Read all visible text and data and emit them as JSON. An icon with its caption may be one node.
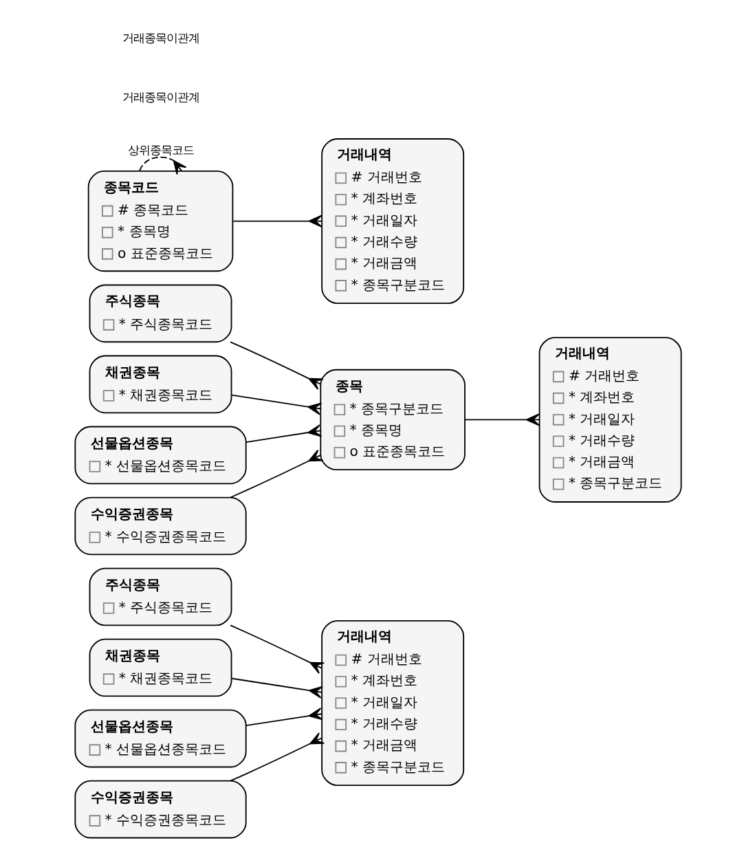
{
  "diagram": {
    "nodes": [
      {
        "text": [
          "주식종목",
          "* 주식종목코드"
        ]
      },
      {
        "text": [
          "채권종목",
          "* 채권종목코드"
        ]
      },
      {
        "text": [
          "선물옵션종목",
          "* 선물옵션종목코드"
        ]
      },
      {
        "text": [
          "수익증권종목",
          "* 수익증권종목코드"
        ]
      },
      {
        "text": [
          "거래내역",
          "# 거래번호",
          "* 계좌번호",
          "* 거래일자",
          "* 거래수량",
          "* 거래금액",
          "* 종목구분코드"
        ]
      },
      {
        "text": [
          "주식종목",
          "* 주식종목코드"
        ]
      },
      {
        "text": [
          "채권종목",
          "* 채권종목코드"
        ]
      },
      {
        "text": [
          "선물옵션종목",
          "* 선물옵션종목코드"
        ]
      },
      {
        "text": [
          "수익증권종목",
          "* 수익증권종목코드"
        ]
      },
      {
        "text": [
          "종목",
          "* 종목구분코드",
          "* 종목명",
          "o 표준종목코드"
        ]
      },
      {
        "text": [
          "거래내역",
          "# 거래번호",
          "* 계좌번호",
          "* 거래일자",
          "* 거래수량",
          "* 거래금액",
          "* 종목구분코드"
        ]
      },
      {
        "text": [
          "종목코드",
          "# 종목코드",
          "* 종목명",
          "o 표준종목코드"
        ]
      },
      {
        "text": [
          "거래내역",
          "# 거래번호",
          "* 계좌번호",
          "* 거래일자",
          "* 거래수량",
          "* 거래금액",
          "* 종목구분코드"
        ]
      }
    ],
    "edges": [
      {
        "from": 0,
        "to": 4,
        "arrow": "other"
      },
      {
        "from": 1,
        "to": 4,
        "arrow": "other"
      },
      {
        "from": 2,
        "to": 4,
        "arrow": "other"
      },
      {
        "from": 3,
        "to": 4,
        "arrow": "other"
      },
      {
        "from": 5,
        "to": 9,
        "arrow": "other"
      },
      {
        "from": 6,
        "to": 9,
        "arrow": "other"
      },
      {
        "from": 7,
        "to": 9,
        "arrow": "other"
      },
      {
        "from": 8,
        "to": 9,
        "arrow": "other"
      },
      {
        "from": 9,
        "to": 10,
        "arrow": "other"
      },
      {
        "from": 11,
        "to": 11,
        "arrow": "other",
        "label": "상위종목코드",
        "style": "dashed"
      },
      {
        "from": 11,
        "to": 12,
        "arrow": "other"
      }
    ],
    "labels": [
      "거래종목이관계",
      "거래종목이관계"
    ]
  }
}
